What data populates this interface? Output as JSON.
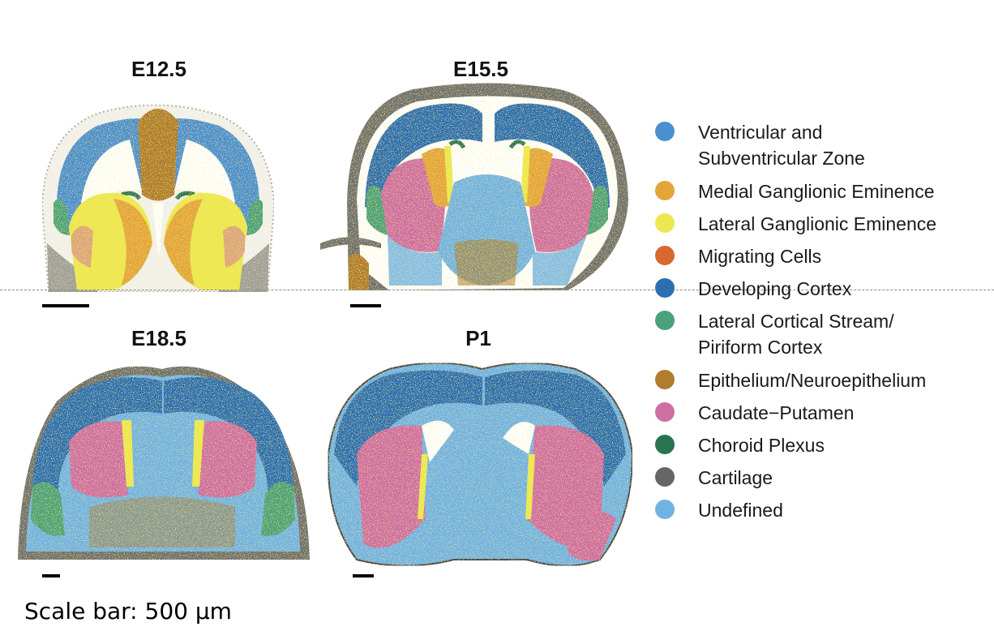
{
  "panels": [
    {
      "id": "e125",
      "title": "E12.5"
    },
    {
      "id": "e155",
      "title": "E15.5"
    },
    {
      "id": "e185",
      "title": "E18.5"
    },
    {
      "id": "p1",
      "title": "P1"
    }
  ],
  "legend": [
    {
      "label": "Ventricular and\nSubventricular Zone",
      "color": "#4a90cf"
    },
    {
      "label": "Medial Ganglionic Eminence",
      "color": "#e3a53a"
    },
    {
      "label": "Lateral Ganglionic Eminence",
      "color": "#ede84f"
    },
    {
      "label": "Migrating Cells",
      "color": "#d7692f"
    },
    {
      "label": "Developing Cortex",
      "color": "#2c6fb1"
    },
    {
      "label": "Lateral Cortical Stream/\nPiriform Cortex",
      "color": "#4ba27a"
    },
    {
      "label": "Epithelium/Neuroepithelium",
      "color": "#b07d2f"
    },
    {
      "label": "Caudate−Putamen",
      "color": "#cf6ea3"
    },
    {
      "label": "Choroid Plexus",
      "color": "#287352"
    },
    {
      "label": "Cartilage",
      "color": "#666666"
    },
    {
      "label": "Undefined",
      "color": "#6fb3e3"
    }
  ],
  "scale_caption": "Scale bar: 500 μm"
}
